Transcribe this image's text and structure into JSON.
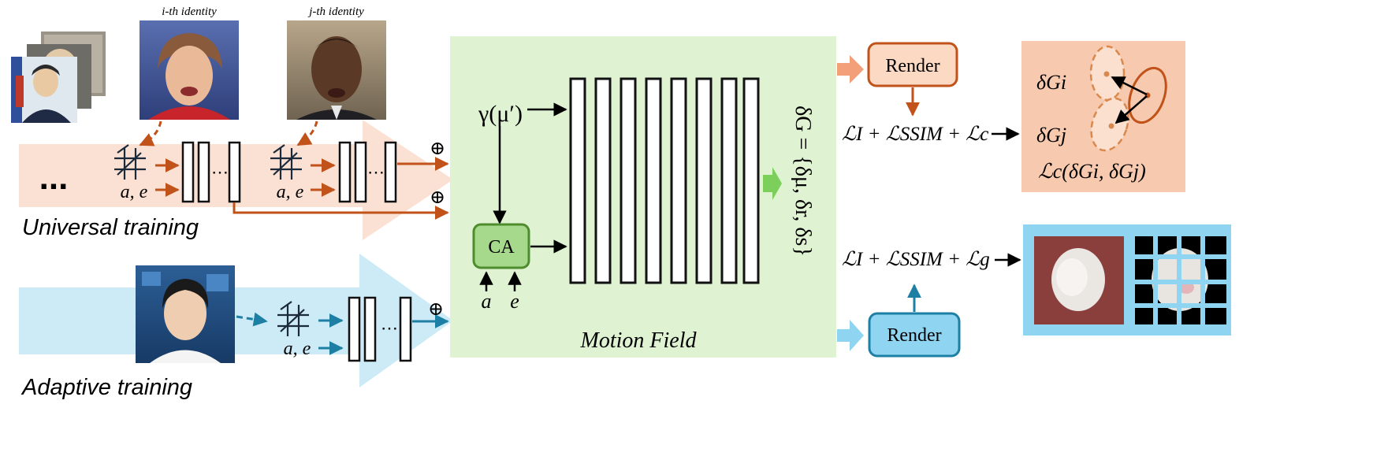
{
  "labels": {
    "i_identity": "i-th identity",
    "j_identity": "j-th identity",
    "ellipsis_dots": "...",
    "universal_training": "Universal training",
    "adaptive_training": "Adaptive training",
    "ae": "a, e",
    "a": "a",
    "e": "e",
    "gamma_mu": "γ(μ′)",
    "ca": "CA",
    "motion_field": "Motion Field",
    "delta_g": "δG = {δμ, δr, δs}",
    "render": "Render",
    "loss_top": "ℒI + ℒSSIM + ℒc",
    "loss_bottom": "ℒI + ℒSSIM + ℒg",
    "dg_i": "δGi",
    "dg_j": "δGj",
    "lc": "ℒc(δGi, δGj)",
    "oplus": "⊕",
    "col_dots": "⋯"
  },
  "colors": {
    "orange": "#c0521a",
    "orange_light": "#fbe1d3",
    "orange_block": "#f7c9ae",
    "blue": "#1e7fa4",
    "blue_light": "#cdebf7",
    "blue_block": "#8fd4f0",
    "green": "#dff3d3",
    "green_ca": "#a6d98b",
    "green_ca_border": "#4e8c2e"
  }
}
